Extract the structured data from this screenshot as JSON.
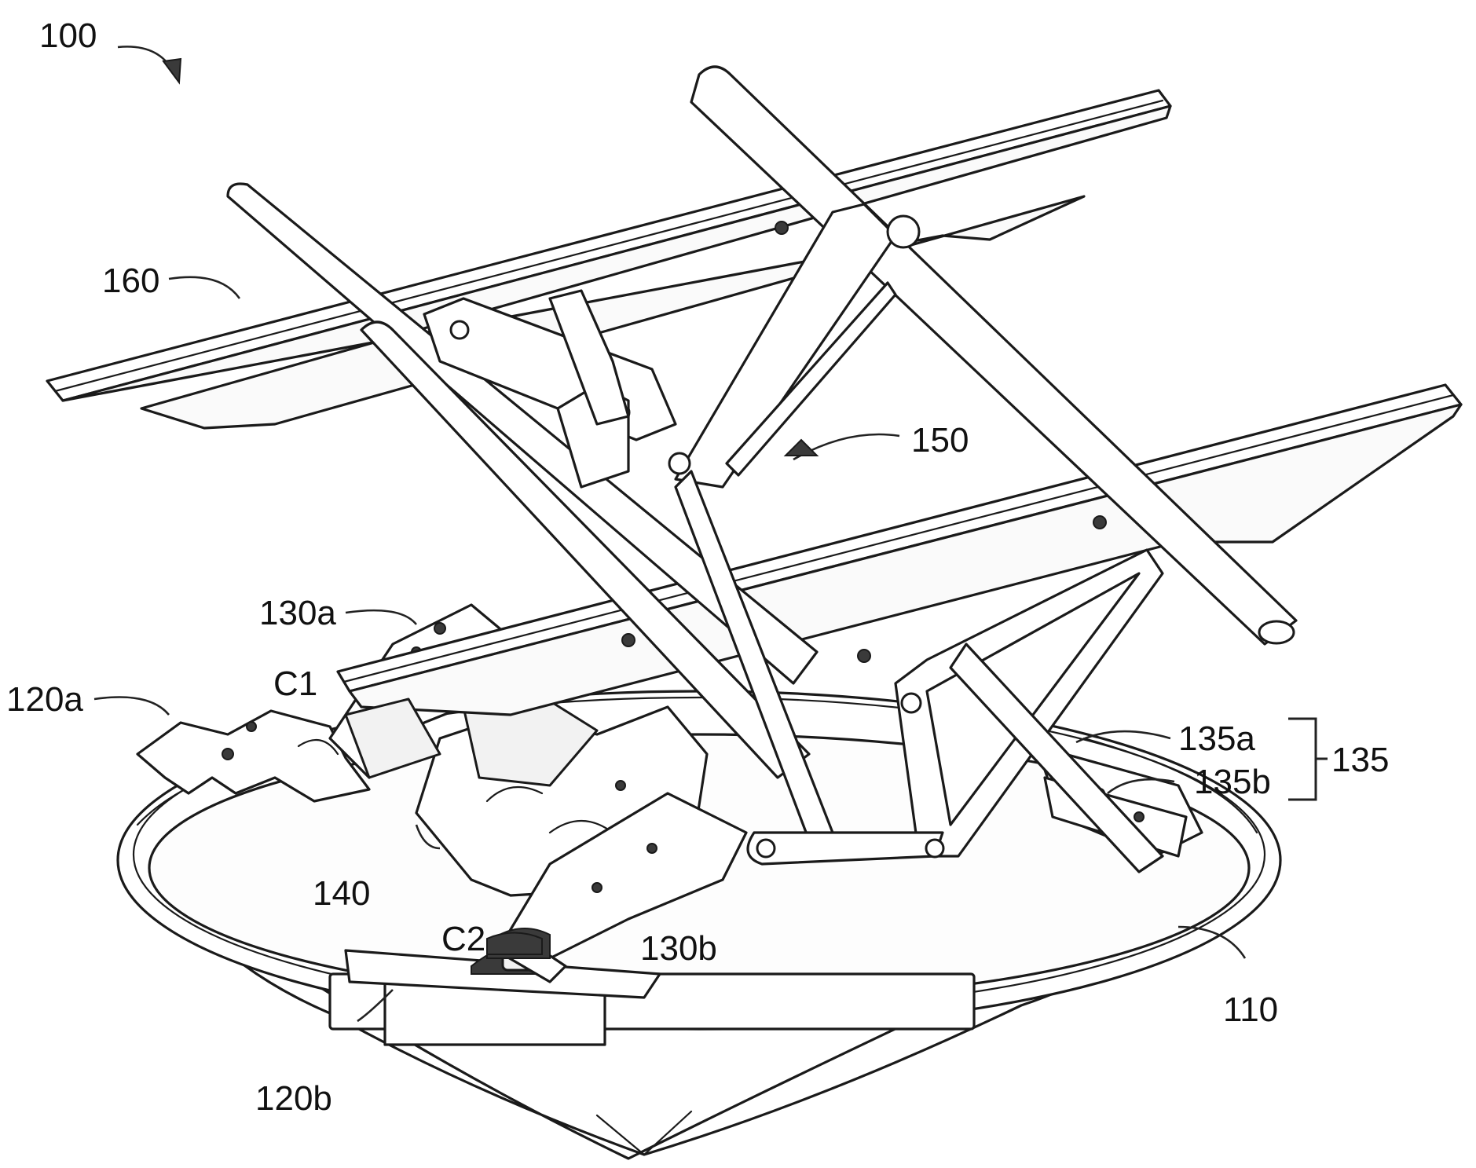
{
  "figure": {
    "reference_numerals": {
      "assembly": "100",
      "base_ring": "110",
      "mount_a": "120a",
      "mount_b": "120b",
      "leg_a": "130a",
      "leg_b": "130b",
      "bracket_group": "135",
      "bracket_a": "135a",
      "bracket_b": "135b",
      "hub": "140",
      "scissor_linkage": "150",
      "top_rail": "160",
      "pivot_1": "C1",
      "pivot_2": "C2"
    }
  }
}
